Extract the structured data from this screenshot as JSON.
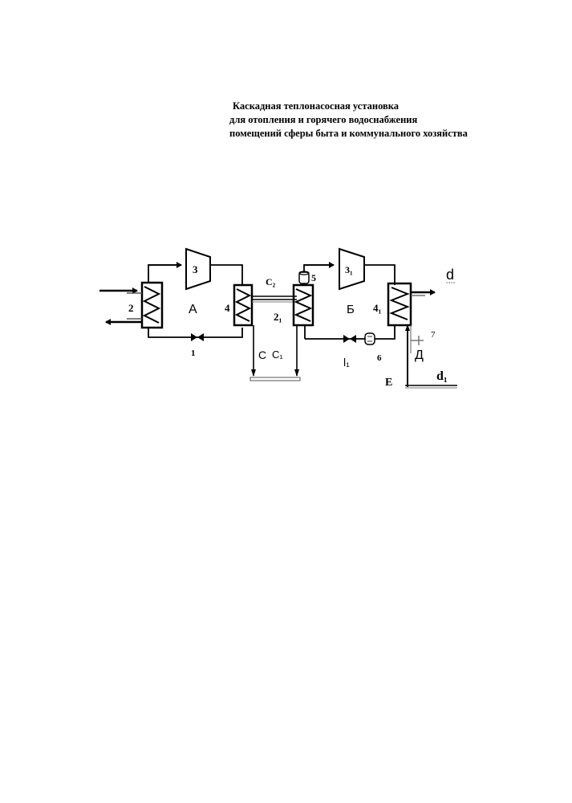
{
  "title": {
    "line1": "Каскадная теплонасосная установка",
    "line2": "для отопления и горячего водоснабжения",
    "line3": "помещений сферы быта и коммунального хозяйства"
  },
  "labels": {
    "evaporator_a": "2",
    "compressor_a": "3",
    "circuit_a": "А",
    "condenser_a": "4",
    "throttle_a": "1",
    "stream_c2": "C₂",
    "evaporator_b": "2₁",
    "separator": "5",
    "compressor_b": "3₁",
    "circuit_b": "Б",
    "condenser_b": "4₁",
    "stream_c": "С",
    "stream_c1": "C₁",
    "throttle_b": "l₁",
    "filter": "6",
    "valve": "7",
    "stream_d_hot": "Д",
    "stream_d": "d",
    "stream_e": "E",
    "stream_d1": "d₁"
  }
}
